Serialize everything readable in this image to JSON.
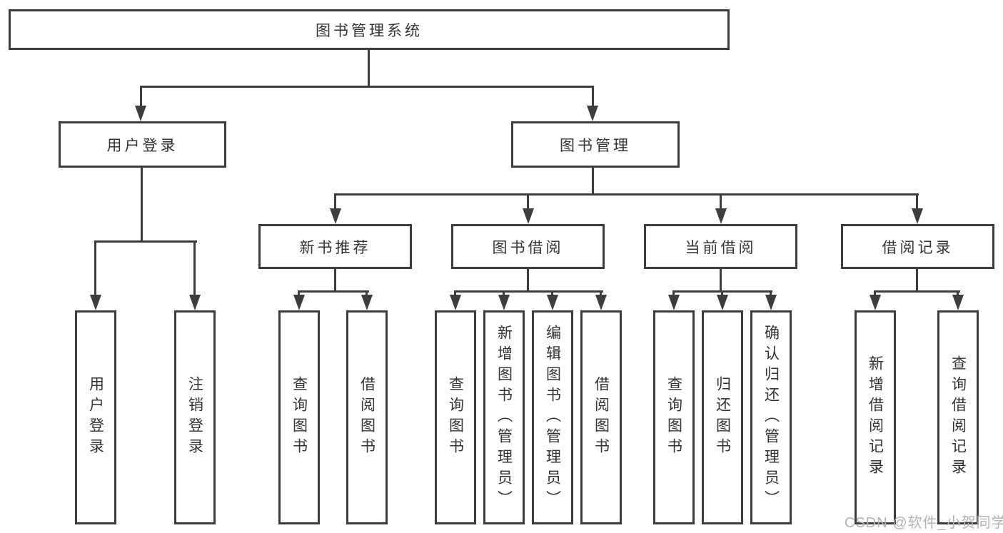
{
  "colors": {
    "line": "#3d3d3d",
    "text": "#333333",
    "background": "#ffffff",
    "watermark": "#b2b2b2"
  },
  "watermark": "CSDN @软件_小贺同学",
  "tree": {
    "root": {
      "label": "图书管理系统",
      "children": [
        {
          "label": "用户登录",
          "children": [
            {
              "label": "用户登录"
            },
            {
              "label": "注销登录"
            }
          ]
        },
        {
          "label": "图书管理",
          "children": [
            {
              "label": "新书推荐",
              "children": [
                {
                  "label": "查询图书"
                },
                {
                  "label": "借阅图书"
                }
              ]
            },
            {
              "label": "图书借阅",
              "children": [
                {
                  "label": "查询图书"
                },
                {
                  "label": "新增图书（管理员）"
                },
                {
                  "label": "编辑图书（管理员）"
                },
                {
                  "label": "借阅图书"
                }
              ]
            },
            {
              "label": "当前借阅",
              "children": [
                {
                  "label": "查询图书"
                },
                {
                  "label": "归还图书"
                },
                {
                  "label": "确认归还（管理员）"
                }
              ]
            },
            {
              "label": "借阅记录",
              "children": [
                {
                  "label": "新增借阅记录"
                },
                {
                  "label": "查询借阅记录"
                }
              ]
            }
          ]
        }
      ]
    }
  }
}
